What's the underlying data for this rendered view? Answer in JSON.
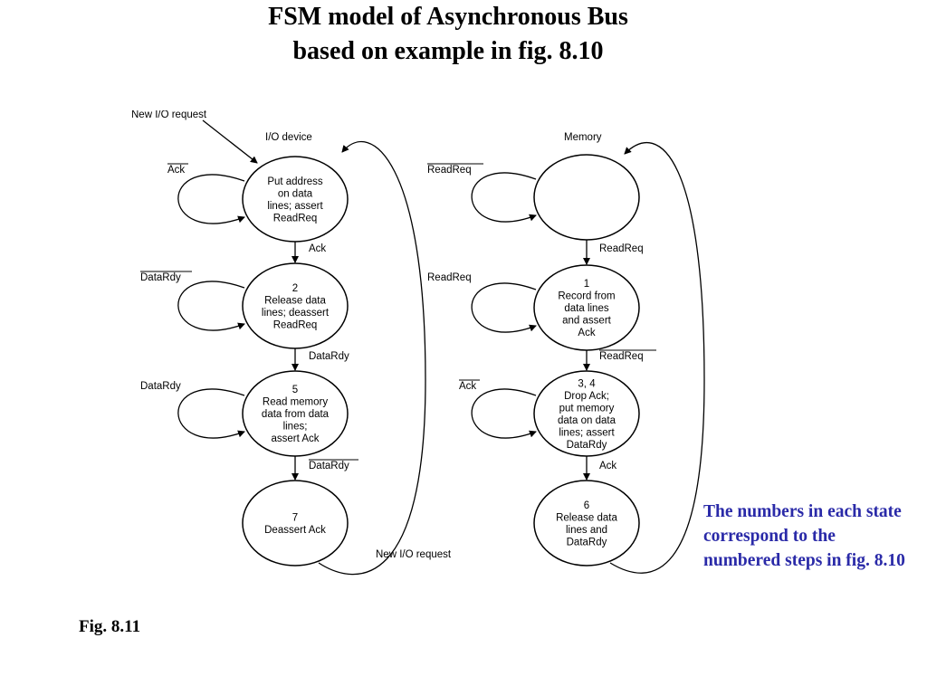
{
  "title": {
    "line1": "FSM model of Asynchronous Bus",
    "line2": "based on example in fig. 8.10"
  },
  "io_device": {
    "header": "I/O device",
    "entry_label": "New I/O request",
    "states": [
      {
        "lines": [
          "Put address",
          "on data",
          "lines; assert",
          "ReadReq"
        ]
      },
      {
        "lines": [
          "2",
          "Release data",
          "lines; deassert",
          "ReadReq"
        ]
      },
      {
        "lines": [
          "5",
          "Read memory",
          "data from data",
          "lines;",
          "assert Ack"
        ]
      },
      {
        "lines": [
          "7",
          "Deassert Ack"
        ]
      }
    ],
    "self_loops": [
      "Ack",
      "DataRdy",
      "DataRdy"
    ],
    "transitions": [
      "Ack",
      "DataRdy",
      "DataRdy"
    ],
    "return_label": "New I/O request"
  },
  "memory": {
    "header": "Memory",
    "states": [
      {
        "lines": []
      },
      {
        "lines": [
          "1",
          "Record from",
          "data lines",
          "and assert",
          "Ack"
        ]
      },
      {
        "lines": [
          "3, 4",
          "Drop Ack;",
          "put memory",
          "data on data",
          "lines; assert",
          "DataRdy"
        ]
      },
      {
        "lines": [
          "6",
          "Release data",
          "lines and",
          "DataRdy"
        ]
      }
    ],
    "self_loops": [
      "ReadReq",
      "ReadReq",
      "Ack"
    ],
    "transitions": [
      "ReadReq",
      "ReadReq",
      "Ack"
    ]
  },
  "note": "The numbers in each state correspond to the numbered steps in fig. 8.10",
  "figure_label": "Fig. 8.11"
}
